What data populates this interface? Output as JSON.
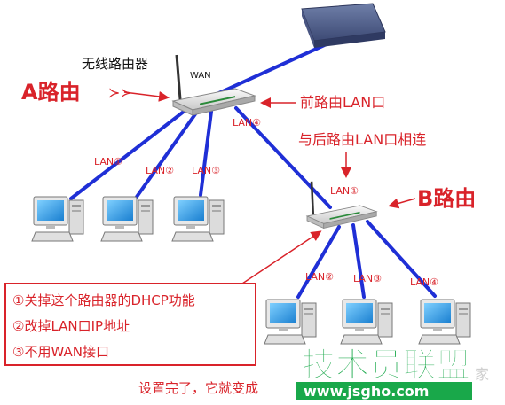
{
  "labels": {
    "wireless_router": "无线路由器",
    "wan": "WAN",
    "router_a": "A路由",
    "router_b": "B路由",
    "front_lan": "前路由LAN口",
    "connect_rear": "与后路由LAN口相连",
    "lan1": "LAN①",
    "lan2": "LAN②",
    "lan3": "LAN③",
    "lan4": "LAN④",
    "arrows": "≻≻"
  },
  "instructions": [
    "①关掉这个路由器的DHCP功能",
    "②改掉LAN口IP地址",
    "③不用WAN接口"
  ],
  "bottom_caption": "设置完了，它就变成",
  "watermark": {
    "brand": "技术员联盟",
    "url": "www.jsgho.com",
    "faint": "家"
  },
  "colors": {
    "cable": "#1f2fd6",
    "annotation": "#d9232a",
    "watermark_green": "#19a84a"
  }
}
